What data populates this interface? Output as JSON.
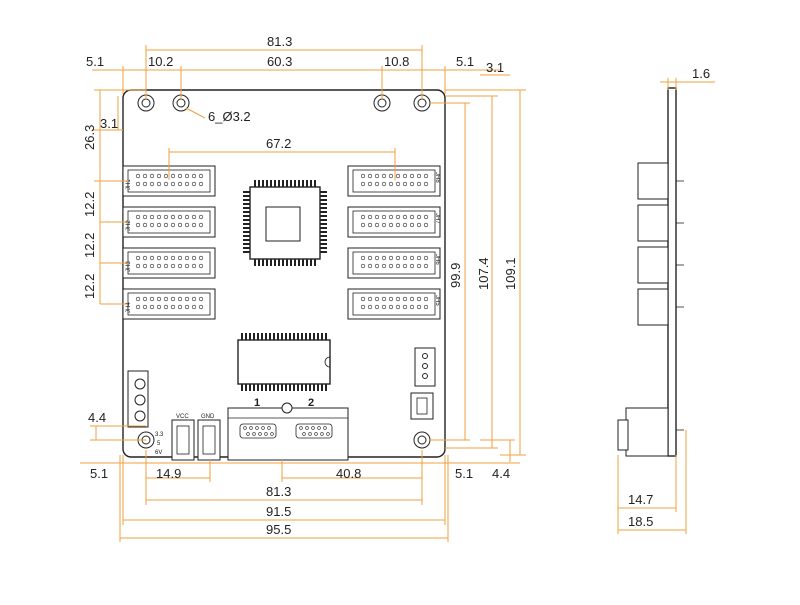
{
  "colors": {
    "dimension_line": "#f0a040",
    "outline": "#222222",
    "background": "#ffffff"
  },
  "dims": {
    "top_total": "81.3",
    "top_left_edge": "5.1",
    "top_left_hole": "10.2",
    "top_mid": "60.3",
    "top_right_hole": "10.8",
    "top_right_edge": "5.1",
    "top_right_corner": "3.1",
    "hole_spec": "6_Ø3.2",
    "left_top": "26.3",
    "left_corner": "3.1",
    "header_span": "67.2",
    "pitch1": "12.2",
    "pitch2": "12.2",
    "pitch3": "12.2",
    "height_inner": "99.9",
    "height_mid": "107.4",
    "height_total": "109.1",
    "left_bottom": "4.4",
    "bottom_right_small": "4.4",
    "bottom_left_edge": "5.1",
    "bottom_right_edge": "5.1",
    "bottom_jack": "14.9",
    "bottom_conn": "40.8",
    "bottom_holes": "81.3",
    "bottom_board": "91.5",
    "bottom_total": "95.5",
    "side_thickness": "1.6",
    "side_depth1": "14.7",
    "side_depth2": "18.5"
  },
  "board_labels": {
    "headers_left": [
      "JH1",
      "JH2",
      "JH3",
      "JH4"
    ],
    "headers_right": [
      "JH8",
      "JH7",
      "JH6",
      "JH5"
    ],
    "power_vcc": "VCC",
    "power_gnd": "GND",
    "voltage": [
      "3.3",
      "5",
      "6V"
    ],
    "port1": "1",
    "port2": "2"
  }
}
